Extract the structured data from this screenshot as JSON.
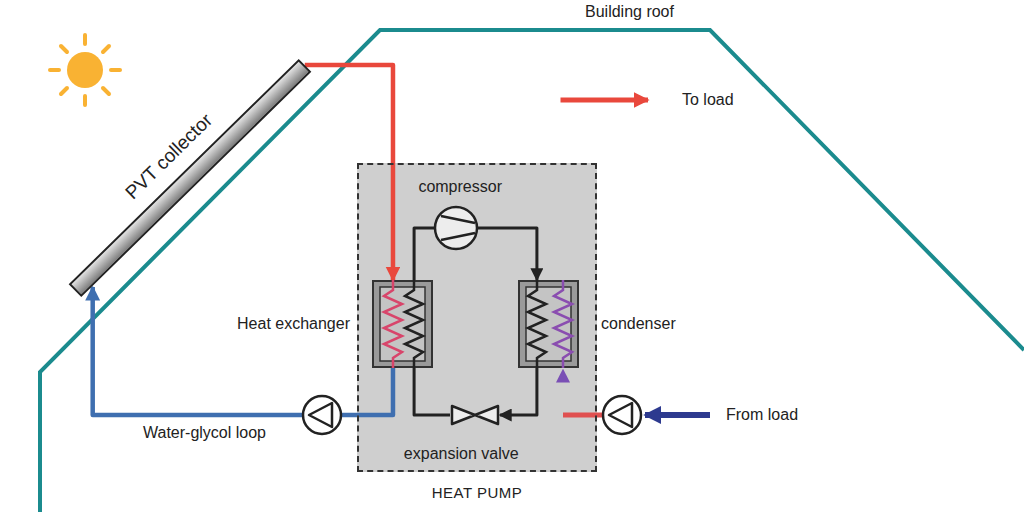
{
  "diagram": {
    "nodes": [
      {
        "text": [
          "PVT collector"
        ]
      },
      {
        "text": [
          "HEAT PUMP"
        ]
      },
      {
        "text": [
          "compressor"
        ],
        "in": 1
      },
      {
        "text": [
          "Heat exchanger"
        ],
        "in": 1
      },
      {
        "text": [
          "condenser"
        ],
        "in": 1
      },
      {
        "text": [
          "expansion valve"
        ],
        "in": 1
      }
    ],
    "edges": [
      {
        "from": 0,
        "to": 3,
        "arrow": "to"
      },
      {
        "from": 3,
        "to": 0,
        "arrow": "to"
      },
      {
        "from": 3,
        "to": 2,
        "arrow": "none"
      },
      {
        "from": 2,
        "to": 4,
        "arrow": "to"
      },
      {
        "from": 4,
        "to": 5,
        "arrow": "to"
      },
      {
        "from": 5,
        "to": 3,
        "arrow": "none"
      }
    ],
    "labels": [
      "Building roof",
      "Water-glycol loop",
      "To load",
      "From load"
    ]
  }
}
